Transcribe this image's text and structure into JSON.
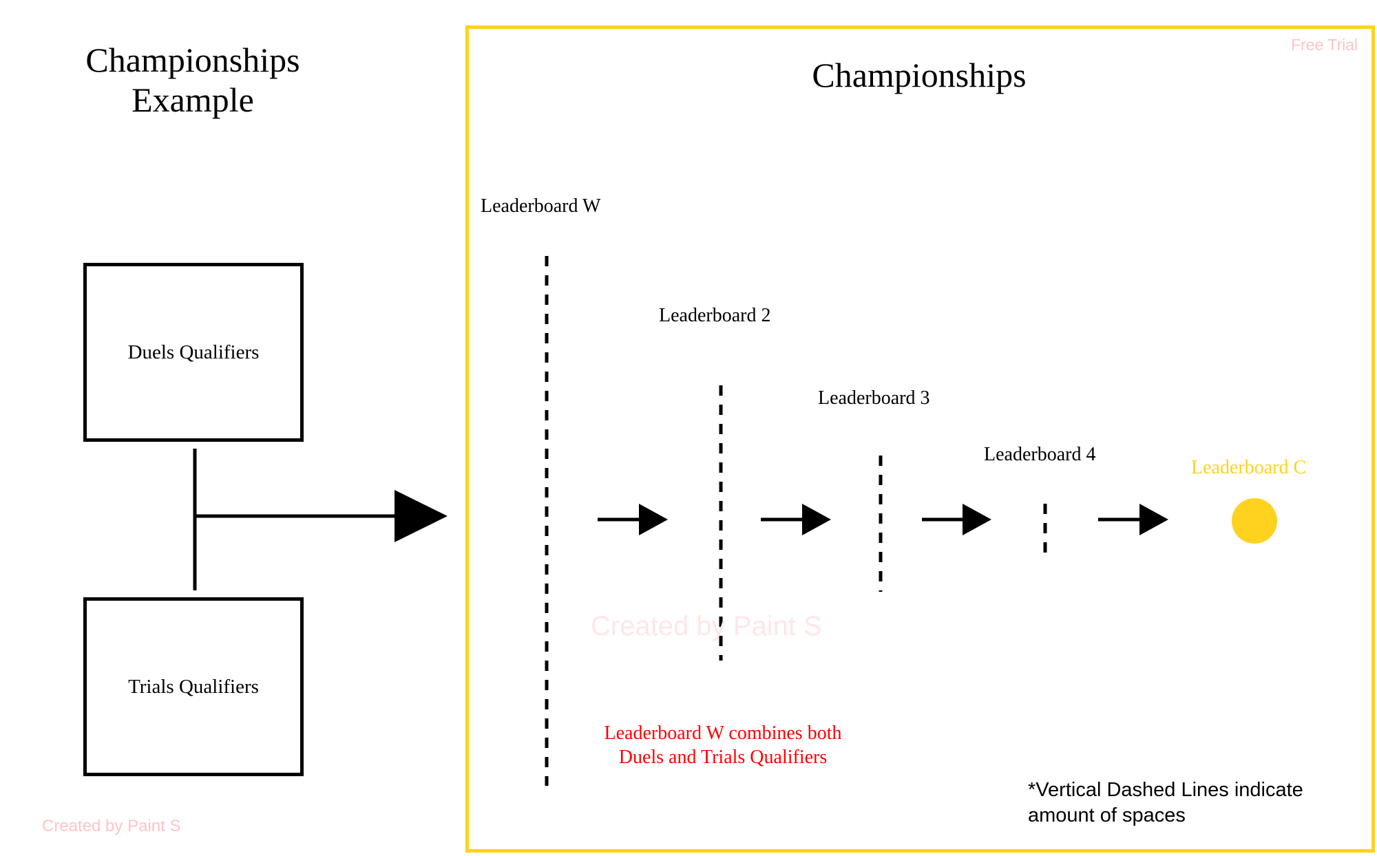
{
  "left_panel": {
    "title": "Championships\nExample",
    "box_top": "Duels Qualifiers",
    "box_bottom": "Trials Qualifiers"
  },
  "main_panel": {
    "title": "Championships",
    "leaderboards": {
      "w": "Leaderboard W",
      "two": "Leaderboard 2",
      "three": "Leaderboard 3",
      "four": "Leaderboard 4",
      "c": "Leaderboard C"
    },
    "red_note": "Leaderboard W combines both\nDuels and Trials Qualifiers",
    "footnote": "*Vertical Dashed Lines indicate\namount of spaces"
  },
  "watermarks": {
    "free_trial": "Free Trial",
    "created_by": "Created by Paint S"
  },
  "colors": {
    "frame": "#FFD21F",
    "leaderboard_c": "#FFD21F",
    "red_note": "#FF0000",
    "watermark": "#FFC4C4"
  }
}
